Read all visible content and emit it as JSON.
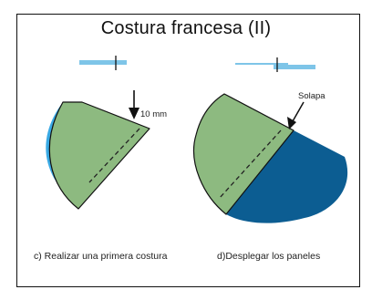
{
  "title": "Costura francesa (II)",
  "panel_c": {
    "caption": "c)  Realizar una primera costura",
    "measure_label": "10 mm"
  },
  "panel_d": {
    "caption": "d)Desplegar los paneles",
    "callout_label": "Solapa"
  },
  "colors": {
    "fabric_green": "#8dba80",
    "fabric_light_blue": "#39a9e4",
    "fabric_dark_blue": "#0c5d92",
    "seam_light": "#7ec5e8",
    "outline": "#111111"
  }
}
